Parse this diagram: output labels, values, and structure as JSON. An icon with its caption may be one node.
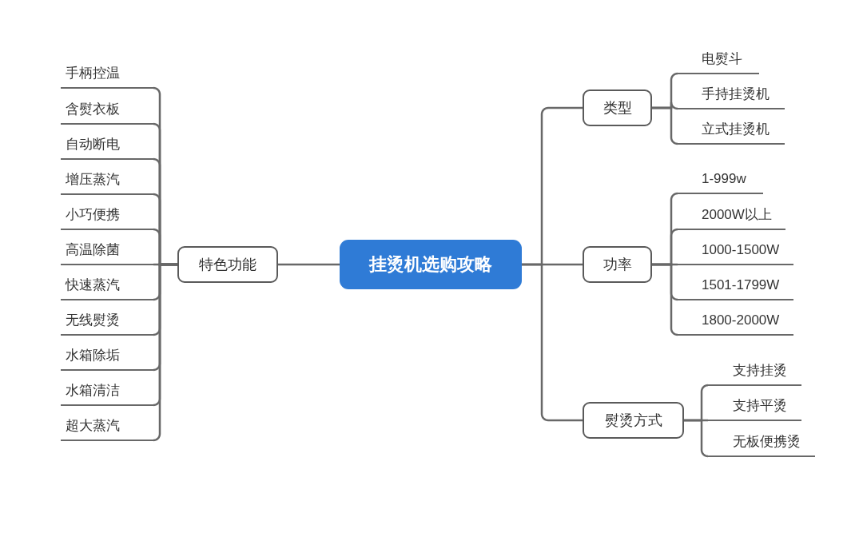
{
  "diagram": {
    "nodes": [
      {
        "text": [
          "挂烫机选购攻略"
        ]
      },
      {
        "text": [
          "特色功能"
        ]
      },
      {
        "text": [
          "手柄控温"
        ]
      },
      {
        "text": [
          "含熨衣板"
        ]
      },
      {
        "text": [
          "自动断电"
        ]
      },
      {
        "text": [
          "增压蒸汽"
        ]
      },
      {
        "text": [
          "小巧便携"
        ]
      },
      {
        "text": [
          "高温除菌"
        ]
      },
      {
        "text": [
          "快速蒸汽"
        ]
      },
      {
        "text": [
          "无线熨烫"
        ]
      },
      {
        "text": [
          "水箱除垢"
        ]
      },
      {
        "text": [
          "水箱清洁"
        ]
      },
      {
        "text": [
          "超大蒸汽"
        ]
      },
      {
        "text": [
          "类型"
        ]
      },
      {
        "text": [
          "电熨斗"
        ]
      },
      {
        "text": [
          "手持挂烫机"
        ]
      },
      {
        "text": [
          "立式挂烫机"
        ]
      },
      {
        "text": [
          "功率"
        ]
      },
      {
        "text": [
          "1-999w"
        ]
      },
      {
        "text": [
          "2000W以上"
        ]
      },
      {
        "text": [
          "1000-1500W"
        ]
      },
      {
        "text": [
          "1501-1799W"
        ]
      },
      {
        "text": [
          "1800-2000W"
        ]
      },
      {
        "text": [
          "熨烫方式"
        ]
      },
      {
        "text": [
          "支持挂烫"
        ]
      },
      {
        "text": [
          "支持平烫"
        ]
      },
      {
        "text": [
          "无板便携烫"
        ]
      }
    ],
    "edges": [
      {
        "from": 0,
        "to": 1,
        "arrow": "none"
      },
      {
        "from": 1,
        "to": 2,
        "arrow": "none"
      },
      {
        "from": 1,
        "to": 3,
        "arrow": "none"
      },
      {
        "from": 1,
        "to": 4,
        "arrow": "none"
      },
      {
        "from": 1,
        "to": 5,
        "arrow": "none"
      },
      {
        "from": 1,
        "to": 6,
        "arrow": "none"
      },
      {
        "from": 1,
        "to": 7,
        "arrow": "none"
      },
      {
        "from": 1,
        "to": 8,
        "arrow": "none"
      },
      {
        "from": 1,
        "to": 9,
        "arrow": "none"
      },
      {
        "from": 1,
        "to": 10,
        "arrow": "none"
      },
      {
        "from": 1,
        "to": 11,
        "arrow": "none"
      },
      {
        "from": 1,
        "to": 12,
        "arrow": "none"
      },
      {
        "from": 0,
        "to": 13,
        "arrow": "none"
      },
      {
        "from": 13,
        "to": 14,
        "arrow": "none"
      },
      {
        "from": 13,
        "to": 15,
        "arrow": "none"
      },
      {
        "from": 13,
        "to": 16,
        "arrow": "none"
      },
      {
        "from": 0,
        "to": 17,
        "arrow": "none"
      },
      {
        "from": 17,
        "to": 18,
        "arrow": "none"
      },
      {
        "from": 17,
        "to": 19,
        "arrow": "none"
      },
      {
        "from": 17,
        "to": 20,
        "arrow": "none"
      },
      {
        "from": 17,
        "to": 21,
        "arrow": "none"
      },
      {
        "from": 17,
        "to": 22,
        "arrow": "none"
      },
      {
        "from": 0,
        "to": 23,
        "arrow": "none"
      },
      {
        "from": 23,
        "to": 24,
        "arrow": "none"
      },
      {
        "from": 23,
        "to": 25,
        "arrow": "none"
      },
      {
        "from": 23,
        "to": 26,
        "arrow": "none"
      }
    ]
  }
}
